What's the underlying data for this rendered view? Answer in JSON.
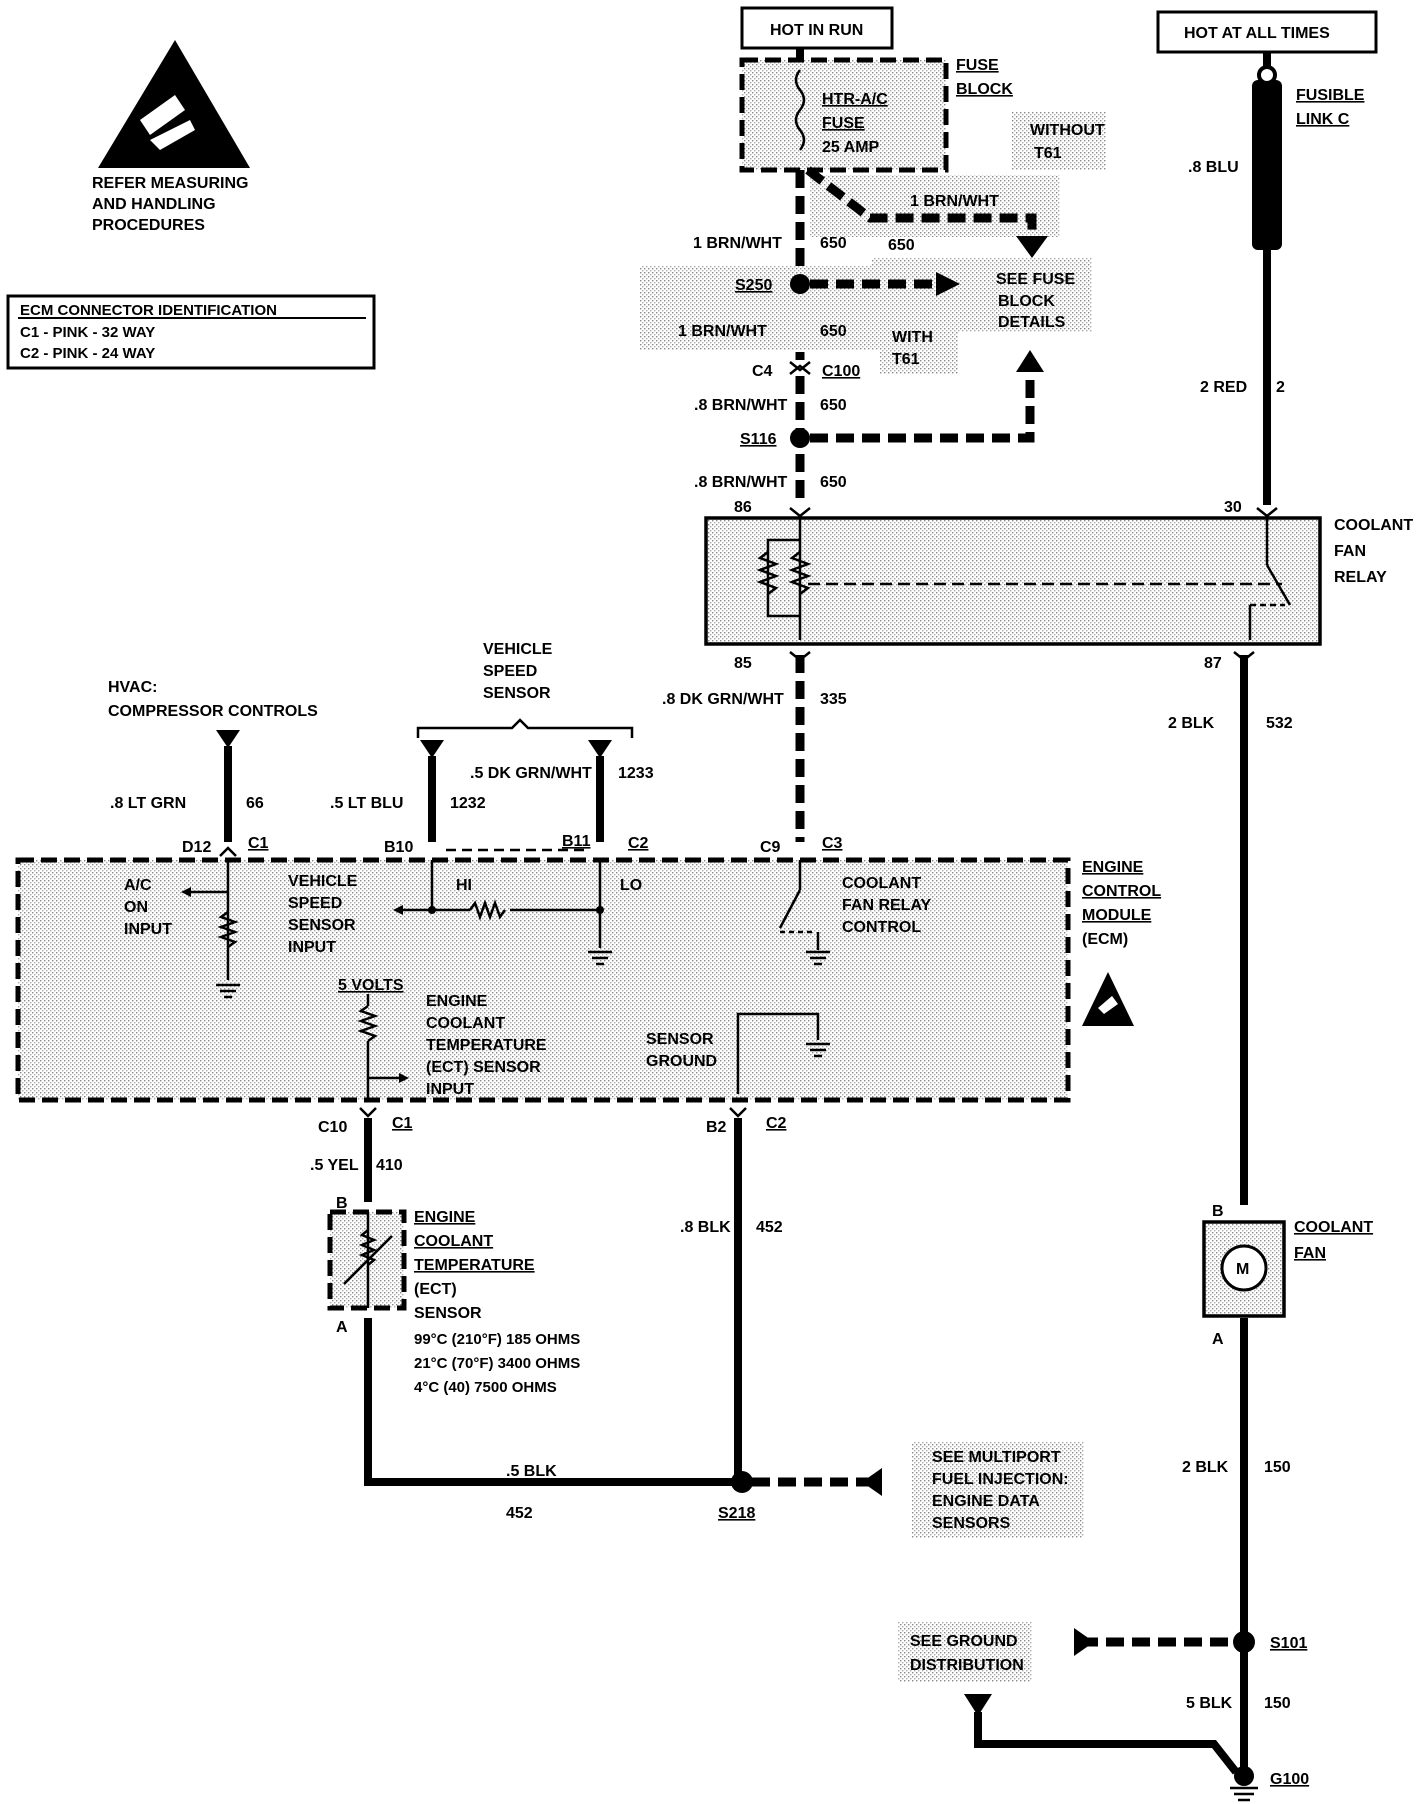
{
  "esd_note": {
    "line1": "REFER MEASURING",
    "line2": "AND HANDLING",
    "line3": "PROCEDURES"
  },
  "ecm_connector": {
    "title": "ECM CONNECTOR IDENTIFICATION",
    "c1": "C1 - PINK - 32 WAY",
    "c2": "C2 - PINK - 24 WAY"
  },
  "power": {
    "hot_in_run": "HOT IN RUN",
    "hot_at_all_times": "HOT AT ALL TIMES",
    "fuse_block_1": "FUSE",
    "fuse_block_2": "BLOCK",
    "fuse_1": "HTR-A/C",
    "fuse_2": "FUSE",
    "fuse_3": "25 AMP",
    "without_1": "WITHOUT",
    "without_2": "T61",
    "with_1": "WITH",
    "with_2": "T61",
    "fusible_1": "FUSIBLE",
    "fusible_2": "LINK C",
    "see_fuse_1": "SEE FUSE",
    "see_fuse_2": "BLOCK",
    "see_fuse_3": "DETAILS"
  },
  "wires": {
    "brn_wht_1": "1 BRN/WHT",
    "n650": "650",
    "brn_wht_08": ".8 BRN/WHT",
    "blu_08": ".8 BLU",
    "red_2": "2 RED",
    "n2": "2",
    "dkgrn_08": ".8 DK GRN/WHT",
    "n335": "335",
    "blk_2": "2  BLK",
    "n532": "532",
    "ltgrn": ".8 LT GRN",
    "n66": "66",
    "ltblu": ".5 LT BLU",
    "n1232": "1232",
    "dkgrn_05": ".5 DK GRN/WHT",
    "n1233": "1233",
    "yel": ".5 YEL",
    "n410": "410",
    "blk_08": ".8 BLK",
    "n452": "452",
    "blk_05": ".5 BLK",
    "blk_2b": "2 BLK",
    "n150": "150",
    "blk_5": "5 BLK"
  },
  "splices": {
    "s250": "S250",
    "s116": "S116",
    "s218": "S218",
    "s101": "S101",
    "g100": "G100"
  },
  "connectors": {
    "c4": "C4",
    "c100": "C100",
    "p86": "86",
    "p30": "30",
    "p85": "85",
    "p87": "87",
    "d12": "D12",
    "c1": "C1",
    "b10": "B10",
    "b11": "B11",
    "c2": "C2",
    "c9": "C9",
    "c3": "C3",
    "c10": "C10",
    "b2": "B2",
    "b": "B",
    "a": "A"
  },
  "relay": {
    "l1": "COOLANT",
    "l2": "FAN",
    "l3": "RELAY"
  },
  "hvac": {
    "l1": "HVAC:",
    "l2": "COMPRESSOR CONTROLS"
  },
  "vss": {
    "l1": "VEHICLE",
    "l2": "SPEED",
    "l3": "SENSOR"
  },
  "ecm": {
    "l1": "ENGINE",
    "l2": "CONTROL",
    "l3": "MODULE",
    "l4": "(ECM)",
    "ac_1": "A/C",
    "ac_2": "ON",
    "ac_3": "INPUT",
    "vssi_1": "VEHICLE",
    "vssi_2": "SPEED",
    "vssi_3": "SENSOR",
    "vssi_4": "INPUT",
    "hi": "HI",
    "lo": "LO",
    "cfr_1": "COOLANT",
    "cfr_2": "FAN RELAY",
    "cfr_3": "CONTROL",
    "five_volts": "5 VOLTS",
    "ect_1": "ENGINE",
    "ect_2": "COOLANT",
    "ect_3": "TEMPERATURE",
    "ect_4": "(ECT) SENSOR",
    "ect_5": "INPUT",
    "sg_1": "SENSOR",
    "sg_2": "GROUND"
  },
  "ect_sensor": {
    "l1": "ENGINE",
    "l2": "COOLANT",
    "l3": "TEMPERATURE",
    "l4": "(ECT)",
    "l5": "SENSOR",
    "r1": "99°C (210°F) 185 OHMS",
    "r2": "21°C (70°F) 3400 OHMS",
    "r3": "4°C (40) 7500 OHMS"
  },
  "coolant_fan": {
    "l1": "COOLANT",
    "l2": "FAN",
    "m": "M"
  },
  "see_mpfi": {
    "l1": "SEE MULTIPORT",
    "l2": "FUEL INJECTION:",
    "l3": "ENGINE DATA",
    "l4": "SENSORS"
  },
  "see_ground": {
    "l1": "SEE GROUND",
    "l2": "DISTRIBUTION"
  }
}
